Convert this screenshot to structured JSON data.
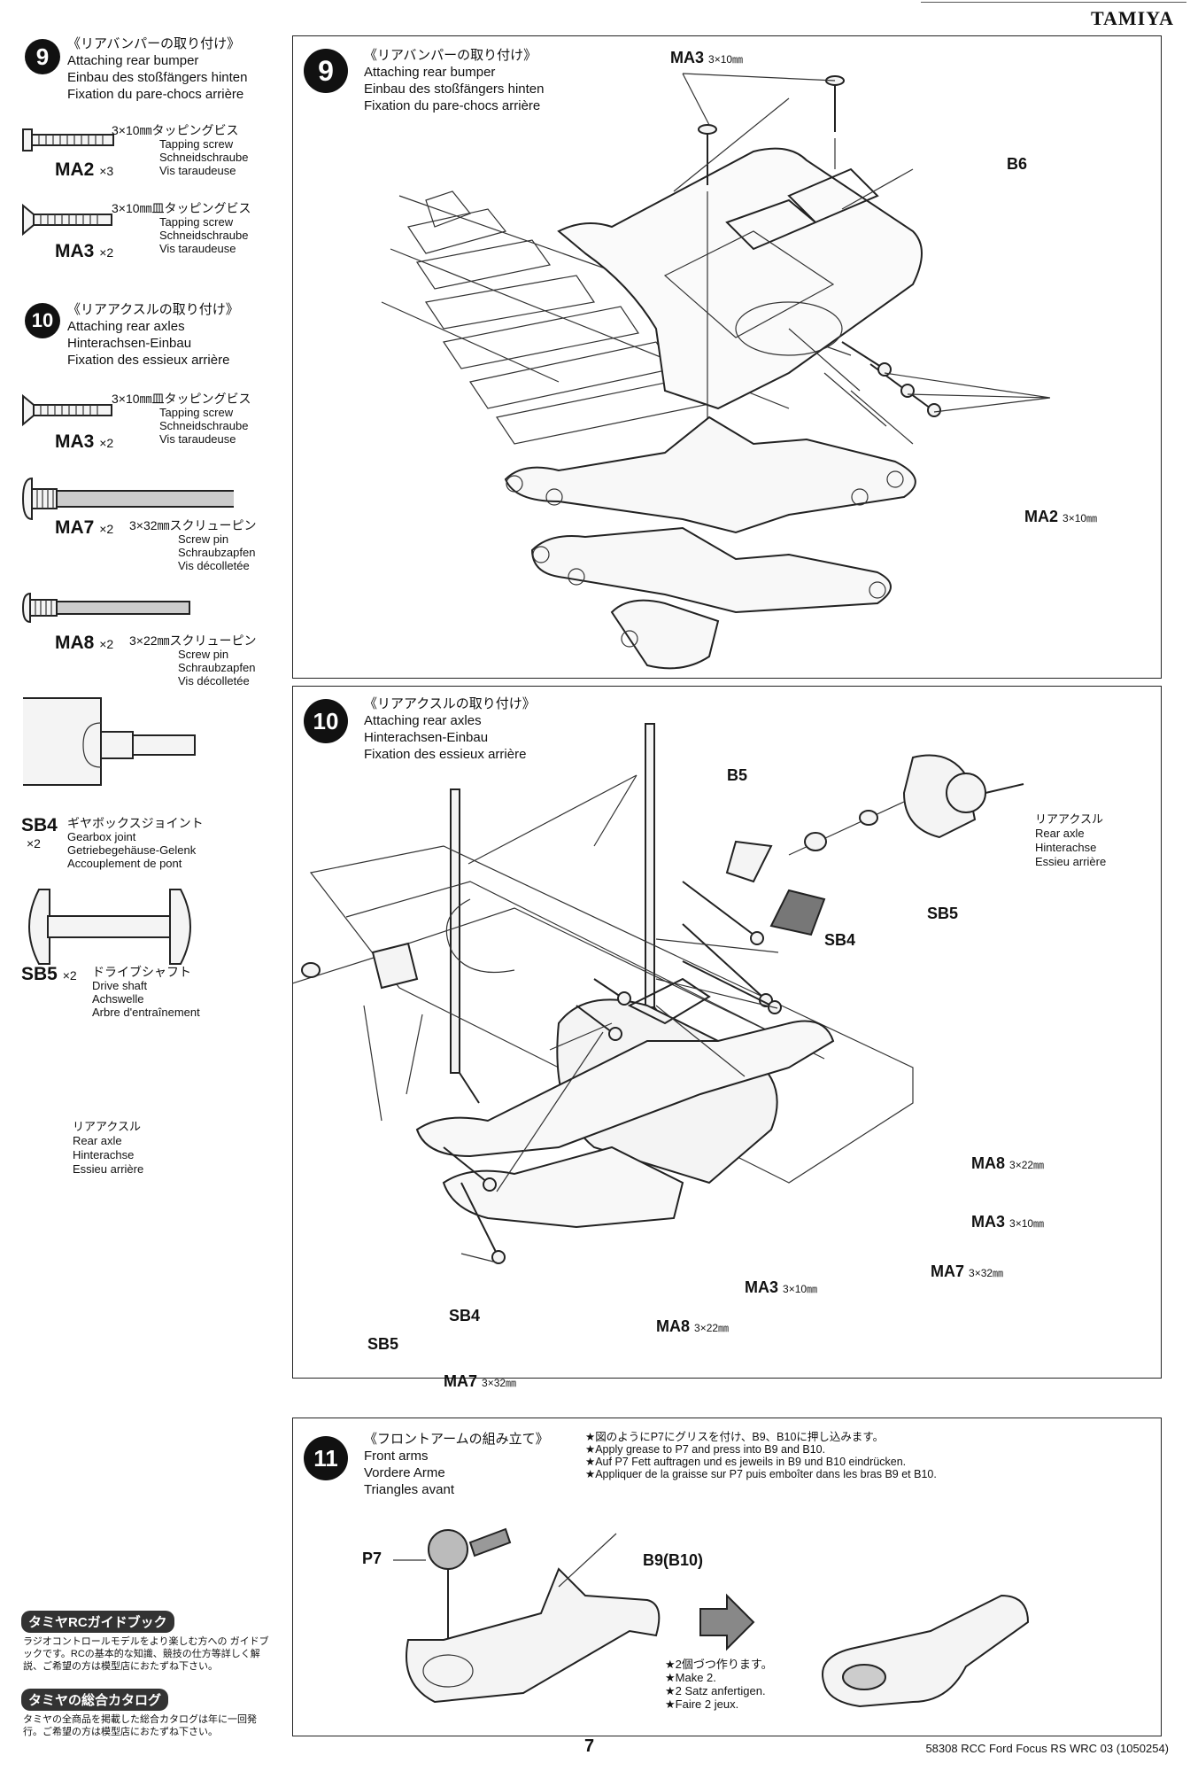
{
  "header": {
    "brand": "TAMIYA"
  },
  "sidebar": {
    "step9": {
      "number": "9",
      "title_jp": "《リアバンパーの取り付け》",
      "title_en": "Attaching rear bumper",
      "title_de": "Einbau des stoßfängers hinten",
      "title_fr": "Fixation du pare-chocs arrière",
      "parts": [
        {
          "code": "MA2",
          "qty": "×3",
          "size_jp": "3×10㎜タッピングビス",
          "en": "Tapping screw",
          "de": "Schneidschraube",
          "fr": "Vis taraudeuse"
        },
        {
          "code": "MA3",
          "qty": "×2",
          "size_jp": "3×10㎜皿タッピングビス",
          "en": "Tapping screw",
          "de": "Schneidschraube",
          "fr": "Vis taraudeuse"
        }
      ]
    },
    "step10": {
      "number": "10",
      "title_jp": "《リアアクスルの取り付け》",
      "title_en": "Attaching rear axles",
      "title_de": "Hinterachsen-Einbau",
      "title_fr": "Fixation des essieux arrière",
      "parts": [
        {
          "code": "MA3",
          "qty": "×2",
          "size_jp": "3×10㎜皿タッピングビス",
          "en": "Tapping screw",
          "de": "Schneidschraube",
          "fr": "Vis taraudeuse"
        },
        {
          "code": "MA7",
          "qty": "×2",
          "size_jp": "3×32㎜スクリューピン",
          "en": "Screw pin",
          "de": "Schraubzapfen",
          "fr": "Vis décolletée"
        },
        {
          "code": "MA8",
          "qty": "×2",
          "size_jp": "3×22㎜スクリューピン",
          "en": "Screw pin",
          "de": "Schraubzapfen",
          "fr": "Vis décolletée"
        },
        {
          "code": "SB4",
          "qty": "×2",
          "size_jp": "ギヤボックスジョイント",
          "en": "Gearbox joint",
          "de": "Getriebegehäuse-Gelenk",
          "fr": "Accouplement de pont"
        },
        {
          "code": "SB5",
          "qty": "×2",
          "size_jp": "ドライブシャフト",
          "en": "Drive shaft",
          "de": "Achswelle",
          "fr": "Arbre d'entraînement"
        }
      ]
    },
    "guide": {
      "book_title": "タミヤRCガイドブック",
      "book_text": "ラジオコントロールモデルをより楽しむ方への ガイドブックです。RCの基本的な知識、競技の仕方等詳しく解説、ご希望の方は模型店におたずね下さい。",
      "catalog_title": "タミヤの総合カタログ",
      "catalog_text": "タミヤの全商品を掲載した総合カタログは年に一回発行。ご希望の方は模型店におたずね下さい。"
    }
  },
  "panel9": {
    "number": "9",
    "title_jp": "《リアバンパーの取り付け》",
    "title_en": "Attaching rear bumper",
    "title_de": "Einbau des stoßfängers hinten",
    "title_fr": "Fixation du pare-chocs arrière",
    "labels": {
      "ma3": "MA3",
      "ma3_dim": "3×10㎜",
      "b6": "B6",
      "ma2": "MA2",
      "ma2_dim": "3×10㎜"
    }
  },
  "panel10": {
    "number": "10",
    "title_jp": "《リアアクスルの取り付け》",
    "title_en": "Attaching rear axles",
    "title_de": "Hinterachsen-Einbau",
    "title_fr": "Fixation des essieux arrière",
    "labels": {
      "b5": "B5",
      "rear_axle_right": [
        "リアアクスル",
        "Rear axle",
        "Hinterachse",
        "Essieu arrière"
      ],
      "rear_axle_left": [
        "リアアクスル",
        "Rear axle",
        "Hinterachse",
        "Essieu arrière"
      ],
      "sb5_top": "SB5",
      "sb4_top": "SB4",
      "ma8_right": "MA8",
      "ma8_right_dim": "3×22㎜",
      "ma3_right": "MA3",
      "ma3_right_dim": "3×10㎜",
      "ma7_right": "MA7",
      "ma7_right_dim": "3×32㎜",
      "ma3_center": "MA3",
      "ma3_center_dim": "3×10㎜",
      "ma8_center": "MA8",
      "ma8_center_dim": "3×22㎜",
      "ma7_bottom": "MA7",
      "ma7_bottom_dim": "3×32㎜",
      "sb4_bottom": "SB4",
      "sb5_bottom": "SB5"
    }
  },
  "panel11": {
    "number": "11",
    "title_jp": "《フロントアームの組み立て》",
    "title_en": "Front arms",
    "title_de": "Vordere Arme",
    "title_fr": "Triangles avant",
    "instructions": [
      "★図のようにP7にグリスを付け、B9、B10に押し込みます。",
      "★Apply grease to P7 and press into B9 and B10.",
      "★Auf P7 Fett auftragen und es jeweils in B9 und B10 eindrücken.",
      "★Appliquer de la graisse sur P7 puis emboîter dans les bras B9 et B10."
    ],
    "labels": {
      "p7": "P7",
      "b9": "B9(B10)"
    },
    "make": [
      "★2個づつ作ります。",
      "★Make 2.",
      "★2 Satz anfertigen.",
      "★Faire 2 jeux."
    ]
  },
  "footer": {
    "page": "7",
    "code": "58308 RCC Ford Focus RS WRC 03 (1050254)"
  }
}
